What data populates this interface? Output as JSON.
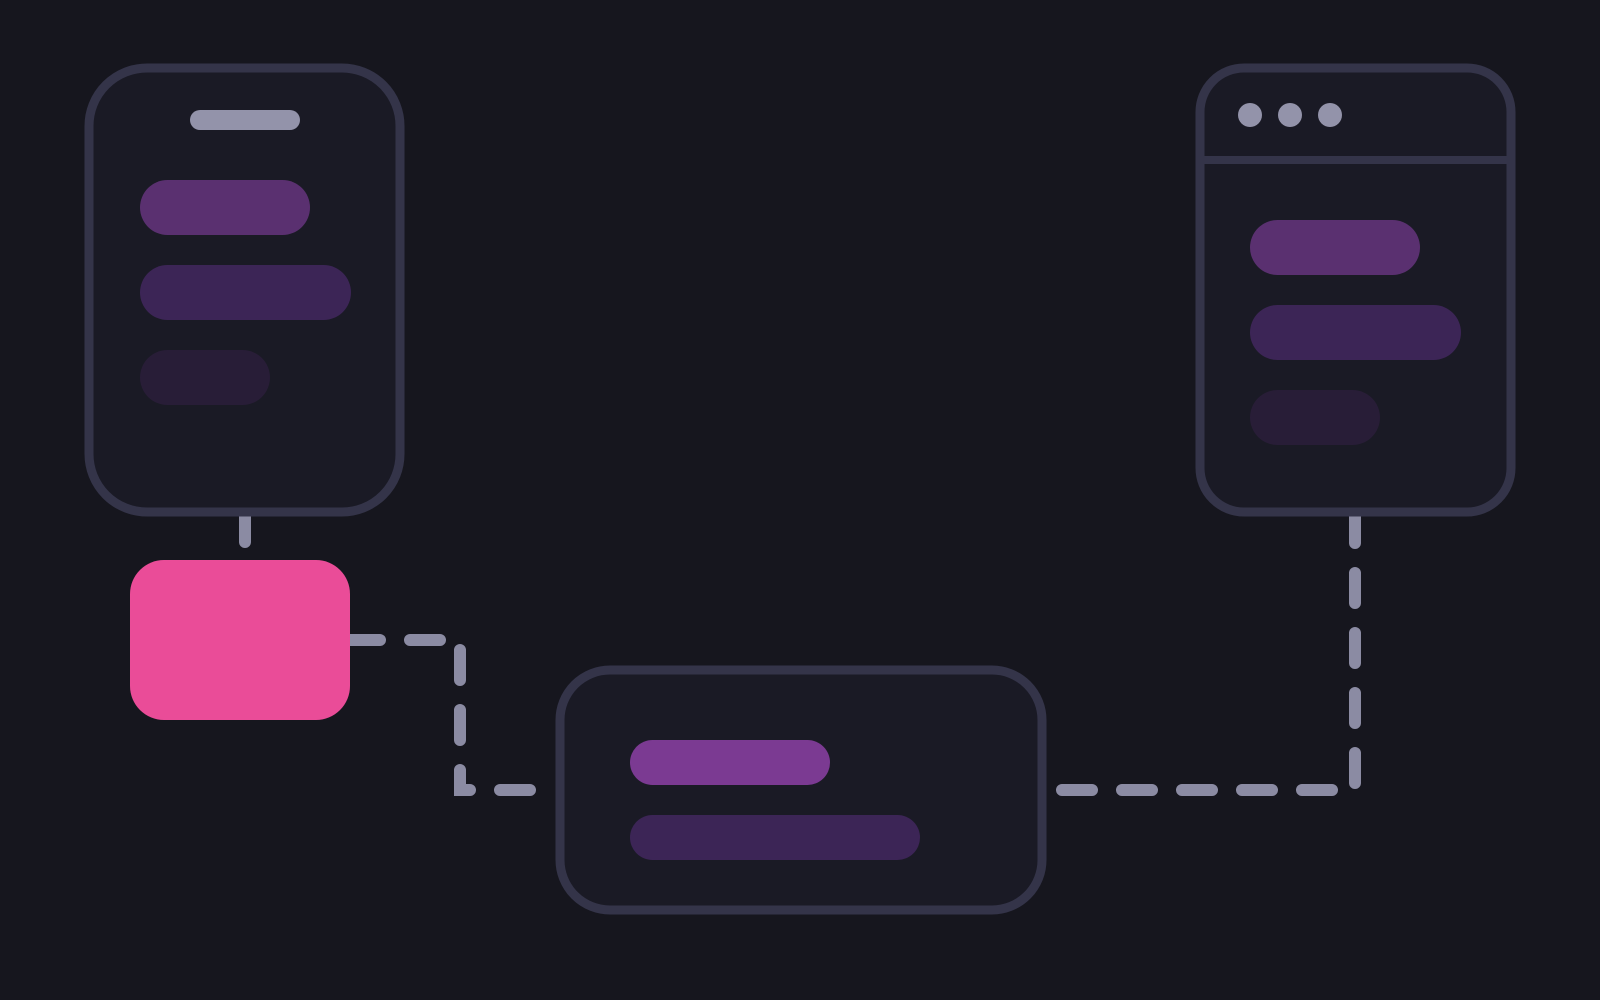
{
  "colors": {
    "background": "#16161e",
    "frame_stroke": "#343449",
    "frame_fill": "#1a1a25",
    "connector": "#8b8ba3",
    "accent_pink": "#ea4c98",
    "bar_strong": "#5a3070",
    "bar_mid": "#3c2556",
    "bar_faint": "#281d37",
    "bar_bright": "#7b3a92",
    "handle": "#9393aa"
  },
  "icons": {
    "mobile_handle": "speaker-notch-icon",
    "browser_dots": "window-control-dots-icon"
  },
  "nodes": [
    {
      "id": "mobile-screen",
      "kind": "phone-mockup",
      "content_bars": 3
    },
    {
      "id": "action-block",
      "kind": "accent-block"
    },
    {
      "id": "center-card",
      "kind": "card",
      "content_bars": 2
    },
    {
      "id": "browser-window",
      "kind": "browser-mockup",
      "window_dots": 3,
      "content_bars": 3
    }
  ],
  "edges": [
    {
      "from": "mobile-screen",
      "to": "action-block",
      "style": "solid"
    },
    {
      "from": "action-block",
      "to": "center-card",
      "style": "dashed"
    },
    {
      "from": "center-card",
      "to": "browser-window",
      "style": "dashed"
    }
  ]
}
